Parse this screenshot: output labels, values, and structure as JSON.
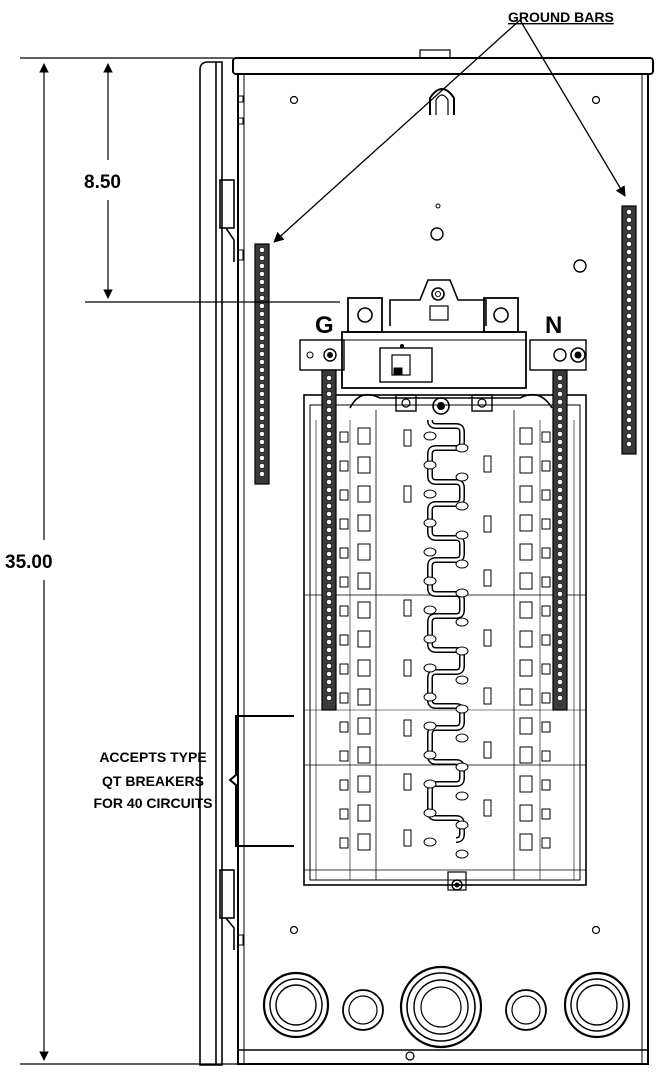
{
  "labels": {
    "ground_bars": "GROUND BARS",
    "dimension_top": "8.50",
    "dimension_overall": "35.00",
    "ground_letter": "G",
    "neutral_letter": "N",
    "note_line1": "ACCEPTS TYPE",
    "note_line2": "QT BREAKERS",
    "note_line3": "FOR 40 CIRCUITS"
  }
}
